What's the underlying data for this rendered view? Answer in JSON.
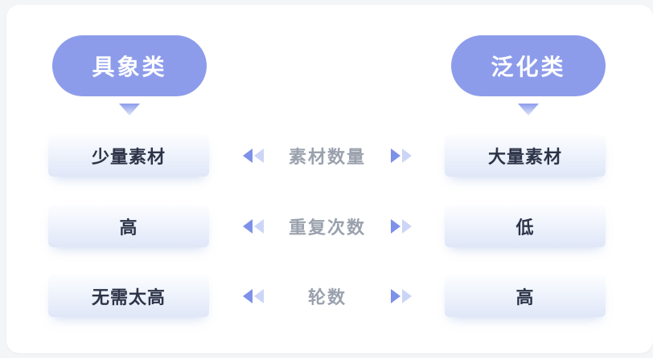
{
  "diagram": {
    "type": "comparison",
    "left_header": "具象类",
    "right_header": "泛化类",
    "rows": [
      {
        "left": "少量素材",
        "label": "素材数量",
        "right": "大量素材"
      },
      {
        "left": "高",
        "label": "重复次数",
        "right": "低"
      },
      {
        "left": "无需太高",
        "label": "轮数",
        "right": "高"
      }
    ]
  },
  "icons": {
    "left_chevrons": "double-chevron-left-icon",
    "right_chevrons": "double-chevron-right-icon",
    "header_pointer": "triangle-down-icon"
  },
  "colors": {
    "pill": "#8d9cea",
    "pill_text": "#ffffff",
    "box_text": "#2d3448",
    "label_text": "#9aa1ad",
    "box_gradient_top": "#fcfdff",
    "box_gradient_bottom": "#dfe7f8",
    "chevron_dark": "#7e91e8",
    "chevron_light": "#ccd5f7",
    "card_bg": "#ffffff",
    "page_bg": "#f4f5f7"
  }
}
